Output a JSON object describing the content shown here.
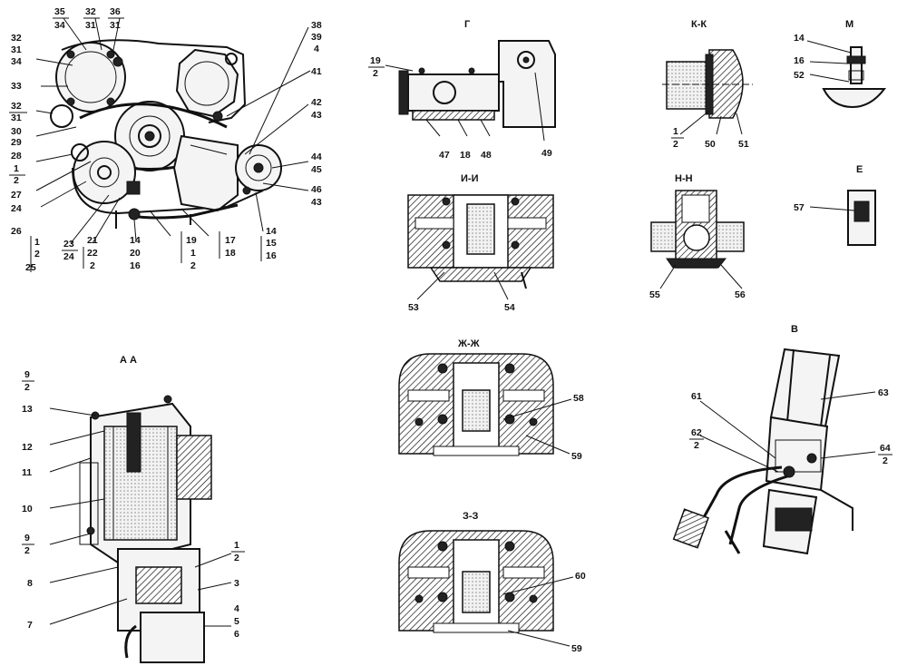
{
  "views": {
    "g": {
      "title": "Г",
      "labels": [
        "19",
        "2",
        "47",
        "18",
        "48",
        "49"
      ]
    },
    "kk": {
      "title": "К-К",
      "labels": [
        "1",
        "2",
        "50",
        "51"
      ]
    },
    "m": {
      "title": "М",
      "labels": [
        "14",
        "16",
        "52"
      ]
    },
    "main": {
      "labels": [
        "35",
        "34",
        "32",
        "31",
        "36",
        "31",
        "32",
        "31",
        "34",
        "33",
        "32",
        "31",
        "30",
        "29",
        "28",
        "1",
        "2",
        "27",
        "24",
        "26",
        "1",
        "2",
        "25",
        "23",
        "24",
        "21",
        "22",
        "2",
        "14",
        "20",
        "16",
        "19",
        "1",
        "2",
        "17",
        "18",
        "14",
        "15",
        "16",
        "38",
        "39",
        "4",
        "41",
        "42",
        "43",
        "44",
        "45",
        "46",
        "43"
      ]
    },
    "ii": {
      "title": "И-И",
      "labels": [
        "53",
        "54"
      ]
    },
    "nn": {
      "title": "Н-Н",
      "labels": [
        "55",
        "56"
      ]
    },
    "e": {
      "title": "Е",
      "labels": [
        "57"
      ]
    },
    "aa": {
      "title": "А А",
      "labels": [
        "9",
        "2",
        "13",
        "12",
        "11",
        "10",
        "9",
        "2",
        "8",
        "7",
        "1",
        "2",
        "3",
        "4",
        "5",
        "6"
      ]
    },
    "zhzh": {
      "title": "Ж-Ж",
      "labels": [
        "58",
        "59"
      ]
    },
    "zz": {
      "title": "З-З",
      "labels": [
        "60",
        "59"
      ]
    },
    "v": {
      "title": "В",
      "labels": [
        "61",
        "62",
        "2",
        "63",
        "64",
        "2"
      ]
    }
  }
}
